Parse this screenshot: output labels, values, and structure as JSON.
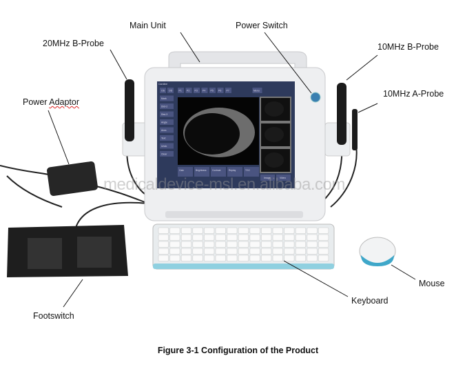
{
  "labels": {
    "main_unit": "Main Unit",
    "power_switch": "Power Switch",
    "probe_20mhz_b": "20MHz B-Probe",
    "probe_10mhz_b": "10MHz B-Probe",
    "probe_10mhz_a": "10MHz A-Probe",
    "power_adaptor_1": "Power",
    "power_adaptor_2": "Adaptor",
    "mouse": "Mouse",
    "keyboard": "Keyboard",
    "footswitch": "Footswitch"
  },
  "caption": "Figure 3-1 Configuration of the Product",
  "watermark": "medicaldevice-msl.en.alibaba.com",
  "screen": {
    "patient": "Caroline",
    "side_buttons": [
      "OS",
      "OD",
      "Mark",
      "Dist-2",
      "Dist-3",
      "Angle",
      "Area",
      "Text",
      "Undo",
      "Clear"
    ],
    "top_tabs": [
      "P1",
      "P2",
      "P3",
      "P4",
      "P5",
      "P6",
      "P7",
      "Menu"
    ],
    "bottom_buttons": [
      "Gain",
      "Brightness",
      "Contrast",
      "Replay",
      "TGC"
    ],
    "view_tabs": [
      "Image",
      "Video"
    ]
  },
  "colors": {
    "screen_bg": "#2e3a5c",
    "button": "#4a5480",
    "body": "#e9eaec",
    "power_button": "#3a7fb0",
    "mouse_accent": "#3fa7c9"
  }
}
